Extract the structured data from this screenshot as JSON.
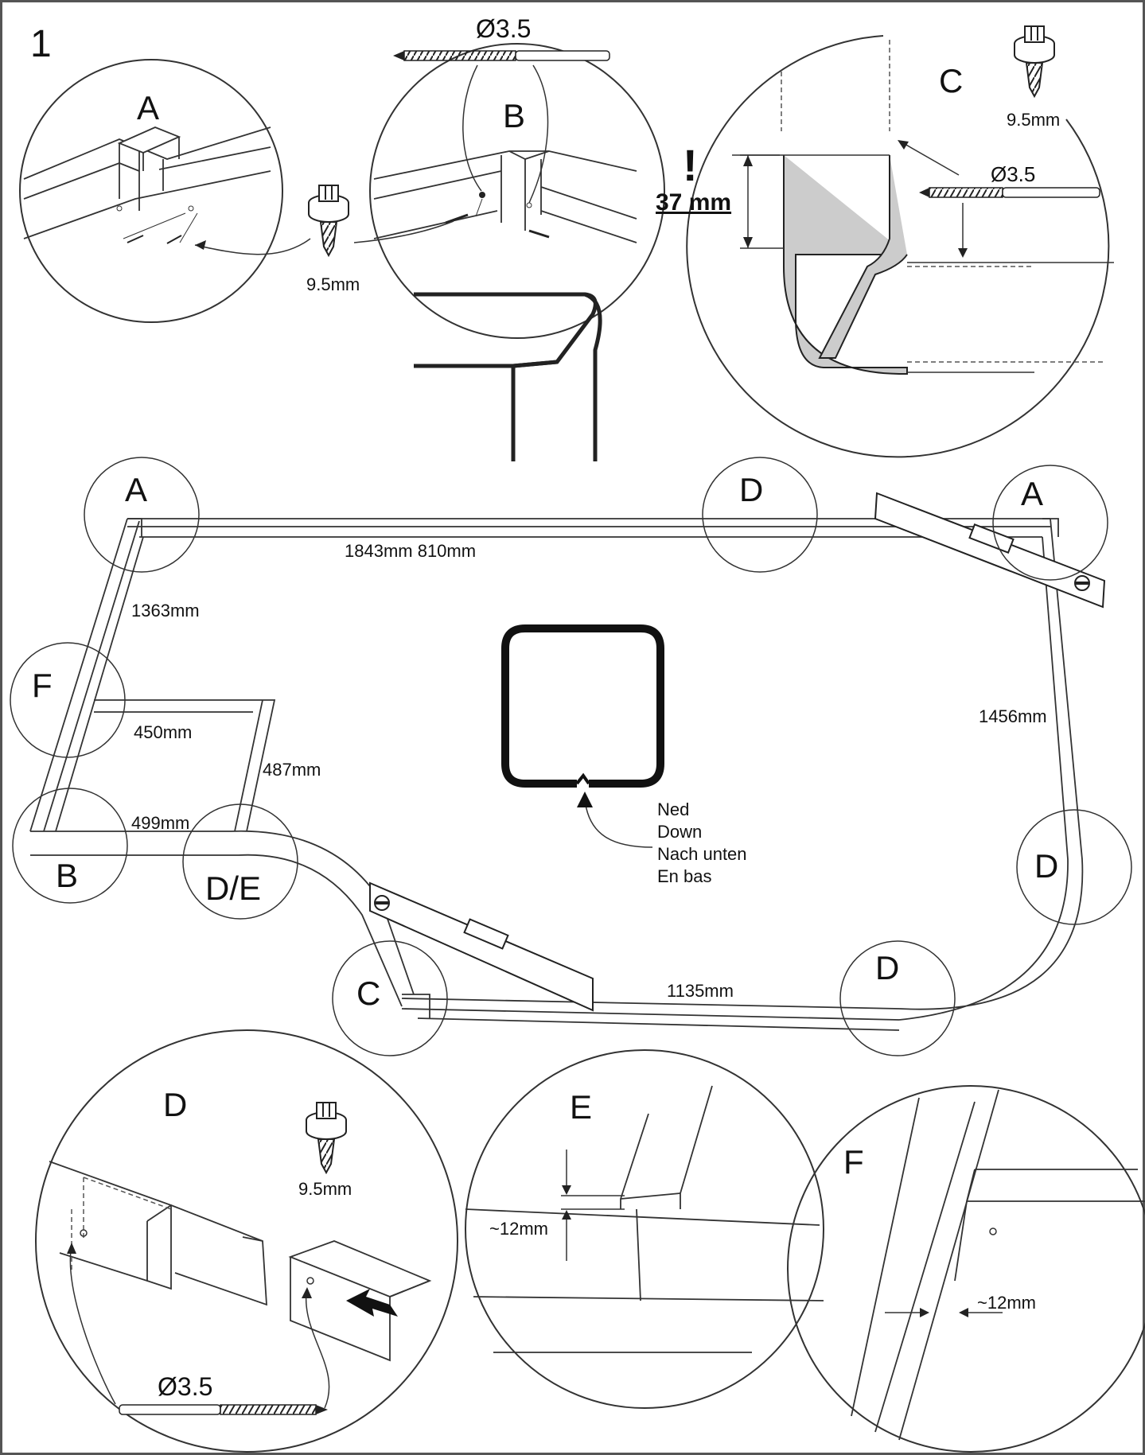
{
  "step": {
    "number": "1"
  },
  "detail_a": {
    "letter": "A",
    "screw_size": "9.5mm"
  },
  "detail_b": {
    "letter": "B",
    "screw_diameter": "Ø3.5"
  },
  "detail_c": {
    "letter": "C",
    "warning_mark": "!",
    "gap": "37 mm",
    "screw_size": "9.5mm",
    "screw_diameter": "Ø3.5"
  },
  "frame": {
    "labels": {
      "a_left": "A",
      "a_right": "A",
      "d_top": "D",
      "f": "F",
      "b": "B",
      "de": "D/E",
      "c": "C",
      "d_bottom": "D",
      "d_right": "D"
    },
    "dimensions": {
      "top": "1843mm 810mm",
      "left": "1363mm",
      "right": "1456mm",
      "inner_top": "450mm",
      "inner_side": "487mm",
      "bottom_left": "499mm",
      "bottom": "1135mm"
    }
  },
  "profile": {
    "orientation": [
      "Ned",
      "Down",
      "Nach unten",
      "En bas"
    ]
  },
  "detail_d": {
    "letter": "D",
    "screw_size": "9.5mm",
    "screw_diameter": "Ø3.5"
  },
  "detail_e": {
    "letter": "E",
    "gap": "~12mm"
  },
  "detail_f": {
    "letter": "F",
    "gap": "~12mm"
  }
}
